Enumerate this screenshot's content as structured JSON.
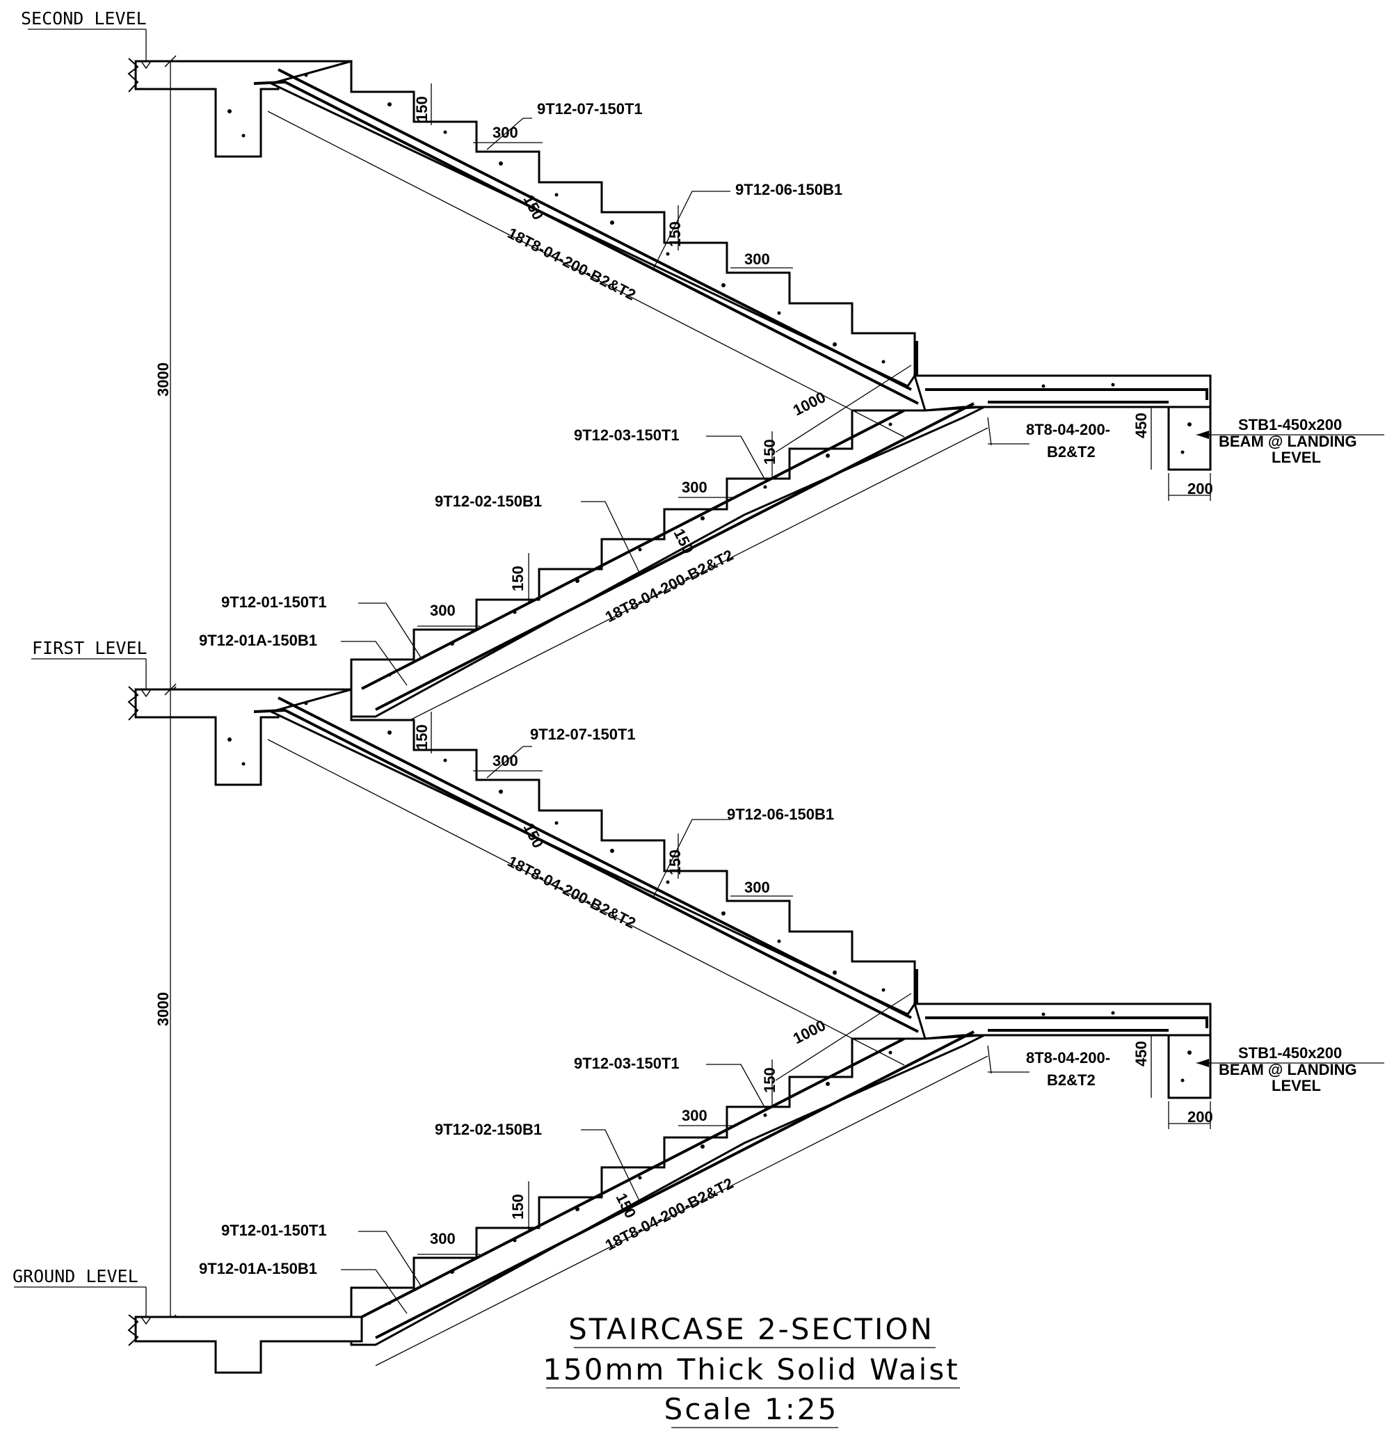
{
  "levels": {
    "second": "SECOND LEVEL",
    "first": "FIRST LEVEL",
    "ground": "GROUND LEVEL"
  },
  "storey_height": "3000",
  "riser": "150",
  "tread": "300",
  "waist": "150",
  "landing_length": "1000",
  "beam_depth": "450",
  "beam_width": "200",
  "beam_label": [
    "STB1-450x200",
    "BEAM @ LANDING",
    "LEVEL"
  ],
  "landing_bar": [
    "8T8-04-200-",
    "B2&T2"
  ],
  "flight_distribution_bar": "18T8-04-200-B2&T2",
  "upper_flight_labels": {
    "t07": "9T12-07-150T1",
    "b06": "9T12-06-150B1"
  },
  "lower_flight_labels": {
    "t03": "9T12-03-150T1",
    "b02": "9T12-02-150B1",
    "t01": "9T12-01-150T1",
    "b01a": "9T12-01A-150B1"
  },
  "title": {
    "line1": "STAIRCASE 2-SECTION",
    "line2": "150mm Thick Solid Waist",
    "line3": "Scale 1:25"
  }
}
